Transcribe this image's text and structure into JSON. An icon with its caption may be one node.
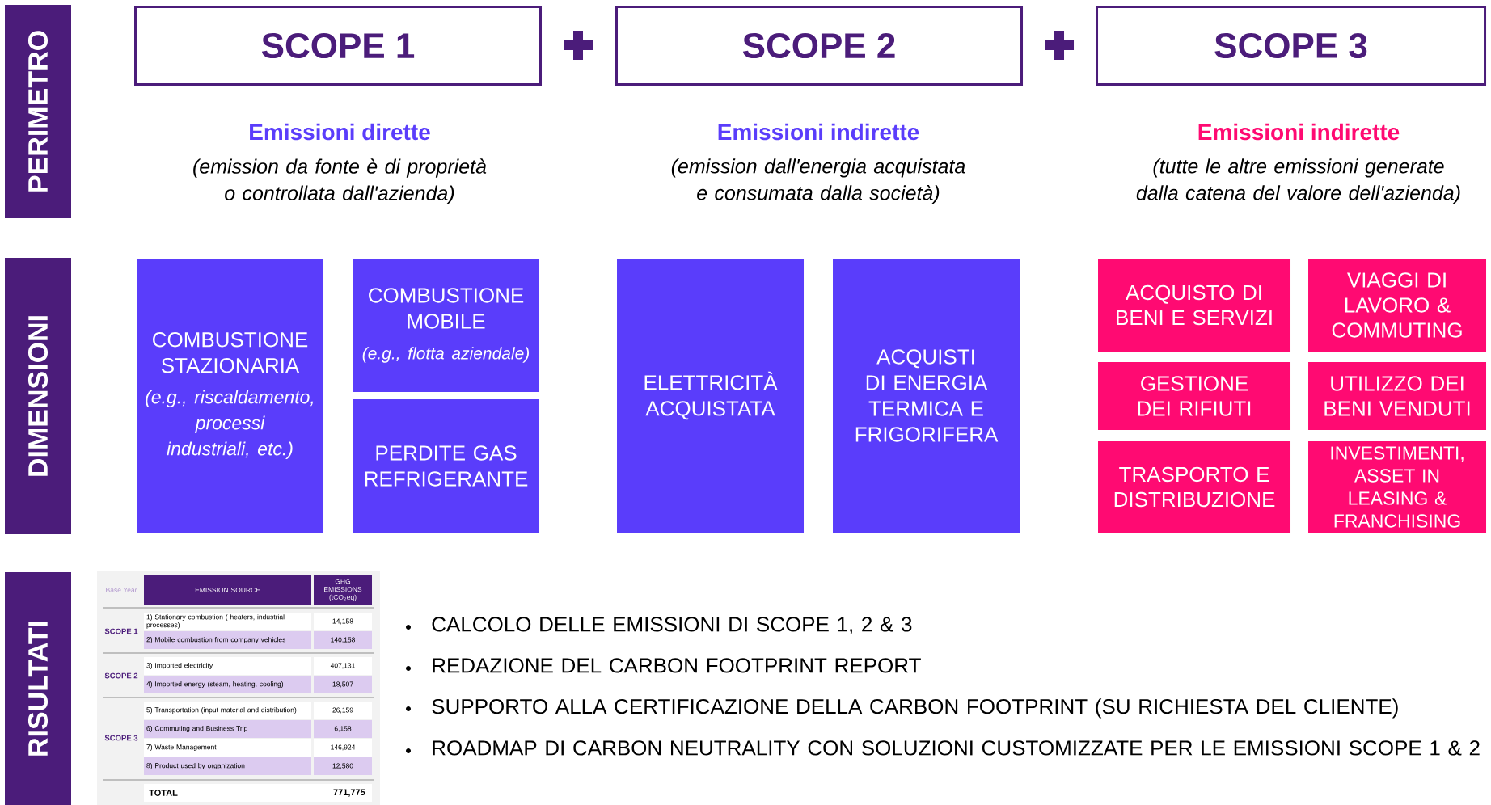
{
  "diagram": {
    "nodes": [
      {
        "text": [
          "PERIMETRO"
        ]
      },
      {
        "text": [
          "DIMENSIONI"
        ]
      },
      {
        "text": [
          "RISULTATI"
        ]
      },
      {
        "text": [
          "SCOPE 1"
        ]
      },
      {
        "text": [
          "SCOPE 2"
        ]
      },
      {
        "text": [
          "SCOPE 3"
        ]
      },
      {
        "text": [
          "COMBUSTIONE STAZIONARIA",
          "(e.g., riscaldamento, processi industriali, etc.)"
        ]
      },
      {
        "text": [
          "COMBUSTIONE MOBILE",
          "(e.g., flotta aziendale)"
        ]
      },
      {
        "text": [
          "PERDITE GAS REFRIGERANTE"
        ]
      },
      {
        "text": [
          "ELETTRICITÀ ACQUISTATA"
        ]
      },
      {
        "text": [
          "ACQUISTI DI ENERGIA TERMICA E FRIGORIFERA"
        ]
      },
      {
        "text": [
          "ACQUISTO DI BENI E SERVIZI"
        ]
      },
      {
        "text": [
          "VIAGGI DI LAVORO & COMMUTING"
        ]
      },
      {
        "text": [
          "GESTIONE DEI RIFIUTI"
        ]
      },
      {
        "text": [
          "UTILIZZO DEI BENI VENDUTI"
        ]
      },
      {
        "text": [
          "TRASPORTO E DISTRIBUZIONE"
        ]
      },
      {
        "text": [
          "INVESTIMENTI, ASSET IN LEASING & FRANCHISING"
        ]
      }
    ],
    "edges": [],
    "labels": [
      "Emissioni dirette",
      "(emission da fonte è di proprietà o controllata dall'azienda)",
      "Emissioni indirette",
      "(emission dall'energia acquistata e consumata dalla società)",
      "Emissioni indirette",
      "(tutte le altre emissioni generate dalla catena del valore dell'azienda)",
      "Base Year",
      "EMISSION SOURCE",
      "GHG EMISSIONS (tCO$_{2}$eq)",
      "SCOPE 1",
      "1) Stationary combustion ( heaters, industrial processes)",
      "14,158",
      "2) Mobile combustion from company vehicles",
      "140,158",
      "SCOPE 2",
      "3) Imported electricity",
      "407,131",
      "4) Imported energy (steam, heating, cooling)",
      "18,507",
      "SCOPE 3",
      "5) Transportation (input material and distribution)",
      "26,159",
      "6) Commuting and Business Trip",
      "6,158",
      "7) Waste Management",
      "146,924",
      "8) Product used by organization",
      "12,580",
      "TOTAL",
      "771,775",
      "CALCOLO DELLE EMISSIONI DI SCOPE 1, 2 & 3",
      "REDAZIONE DEL CARBON FOOTPRINT REPORT",
      "SUPPORTO ALLA CERTIFICAZIONE DELLA CARBON FOOTPRINT (SU RICHIESTA DEL CLIENTE)",
      "ROADMAP DI CARBON NEUTRALITY CON SOLUZIONI CUSTOMIZZATE PER LE EMISSIONI SCOPE 1 & 2"
    ]
  }
}
